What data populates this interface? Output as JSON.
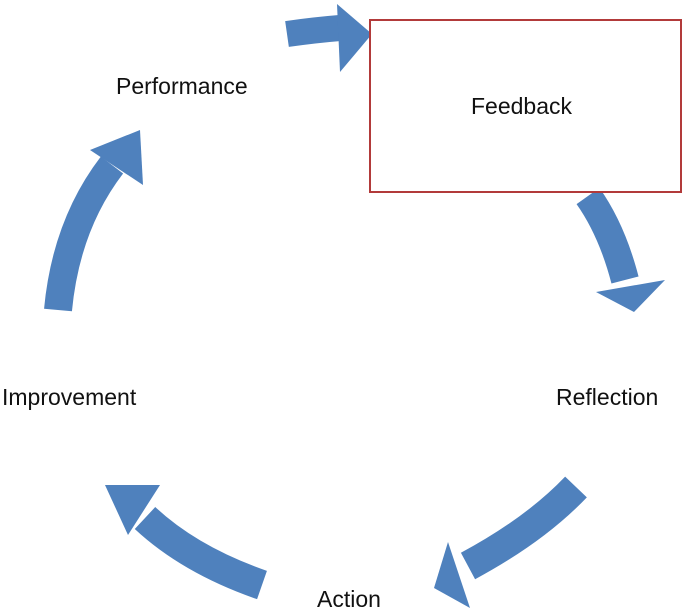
{
  "diagram": {
    "nodes": {
      "performance": "Performance",
      "feedback": "Feedback",
      "reflection": "Reflection",
      "action": "Action",
      "improvement": "Improvement"
    },
    "colors": {
      "arrow": "#4f81bd",
      "feedback_border": "#b23a3a",
      "text": "#111111"
    },
    "arrows": [
      {
        "from": "Performance",
        "to": "Feedback"
      },
      {
        "from": "Feedback",
        "to": "Reflection"
      },
      {
        "from": "Reflection",
        "to": "Action"
      },
      {
        "from": "Action",
        "to": "Improvement"
      },
      {
        "from": "Improvement",
        "to": "Performance"
      }
    ]
  }
}
